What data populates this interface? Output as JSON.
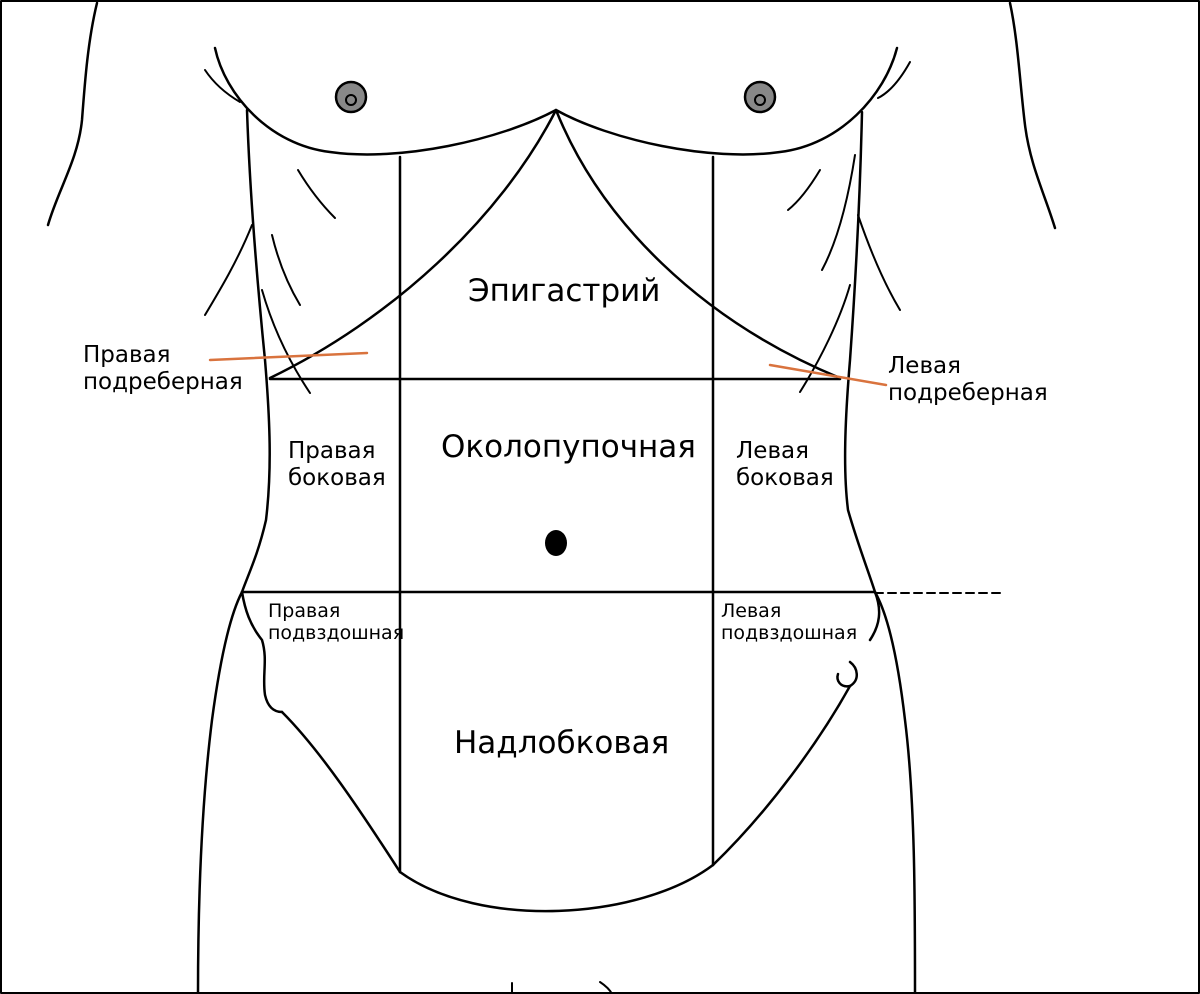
{
  "colors": {
    "outline": "#000000",
    "pointer": "#d9733e",
    "background": "#ffffff",
    "nipple_fill": "#888888"
  },
  "regions": {
    "epigastric": {
      "label": "Эпигастрий"
    },
    "umbilical": {
      "label": "Околопупочная"
    },
    "hypogastric": {
      "label": "Надлобковая"
    },
    "right_hypochondriac": {
      "line1": "Правая",
      "line2": "подреберная"
    },
    "left_hypochondriac": {
      "line1": "Левая",
      "line2": "подреберная"
    },
    "right_lateral": {
      "line1": "Правая",
      "line2": "боковая"
    },
    "left_lateral": {
      "line1": "Левая",
      "line2": "боковая"
    },
    "right_iliac": {
      "line1": "Правая",
      "line2": "подвздошная"
    },
    "left_iliac": {
      "line1": "Левая",
      "line2": "подвздошная"
    }
  }
}
